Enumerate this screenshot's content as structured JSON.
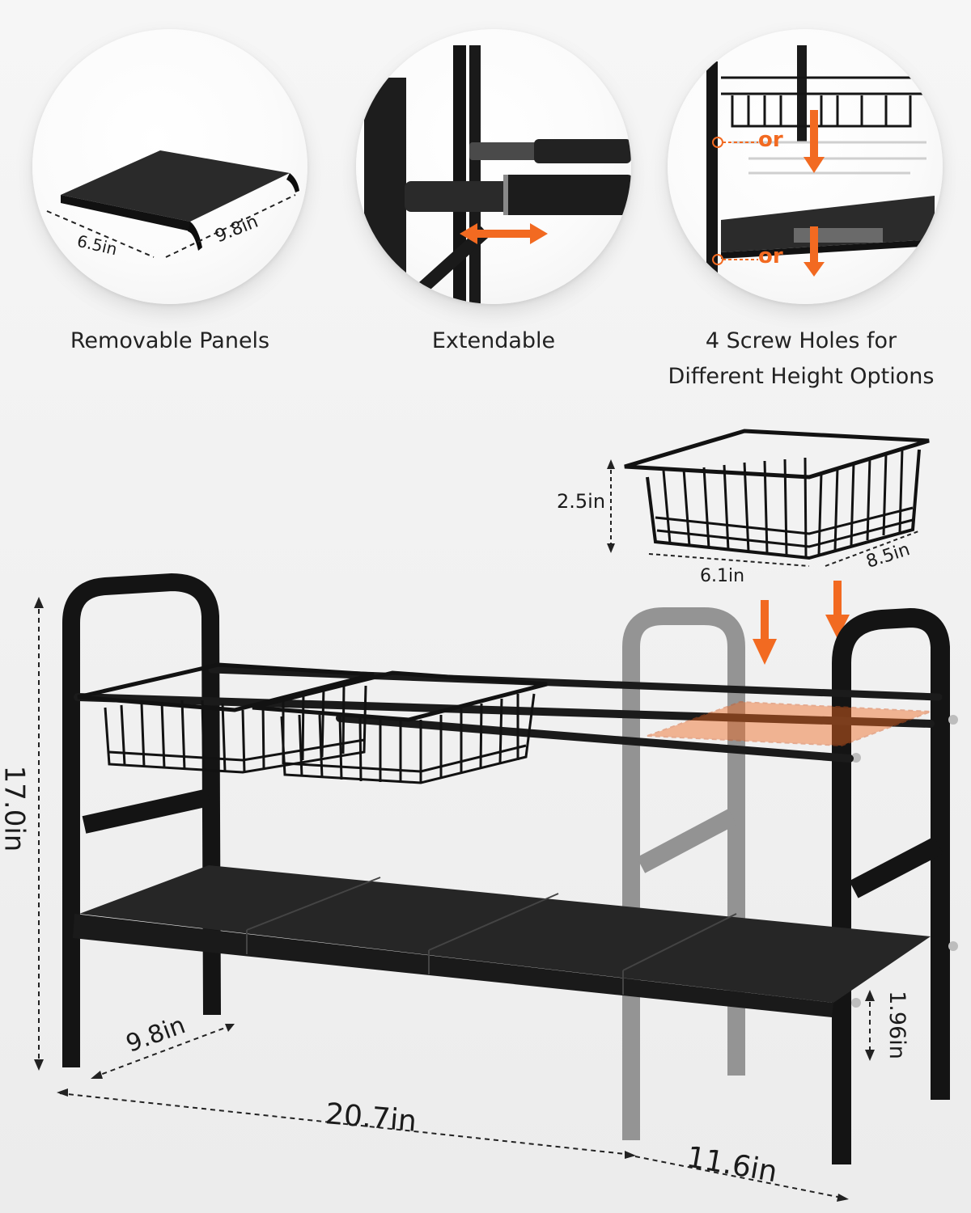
{
  "features": [
    {
      "caption": "Removable Panels",
      "dims": {
        "depth": "6.5in",
        "width": "9.8in"
      }
    },
    {
      "caption": "Extendable"
    },
    {
      "caption_lines": [
        "4 Screw Holes for",
        "Different Height Options"
      ],
      "or_labels": [
        "or",
        "or"
      ]
    }
  ],
  "basket_dims": {
    "height": "2.5in",
    "front": "6.1in",
    "side": "8.5in"
  },
  "rack_dims": {
    "height": "17.0in",
    "depth": "9.8in",
    "min_width": "20.7in",
    "extension": "11.6in",
    "clearance": "1.96in"
  },
  "colors": {
    "frame": "#141414",
    "accent": "#f26a21",
    "ghost": "#8a8a8a"
  }
}
